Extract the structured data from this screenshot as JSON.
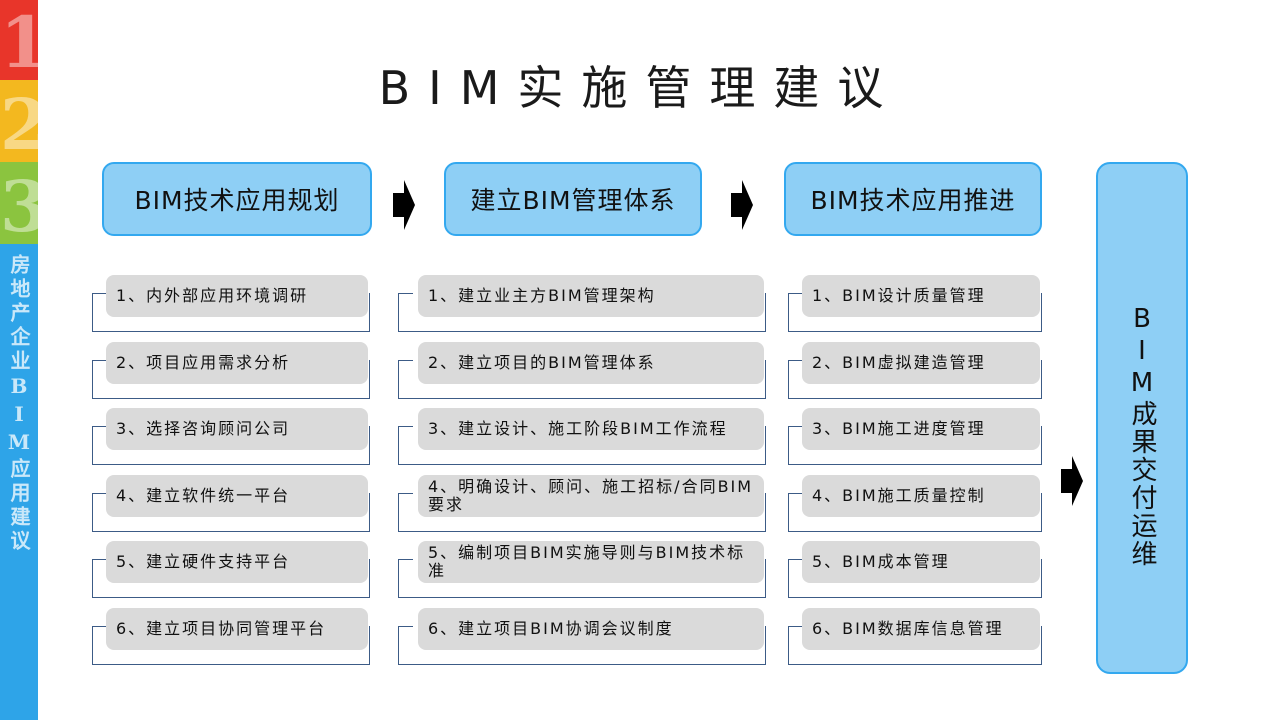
{
  "side": {
    "numbers": [
      "1",
      "2",
      "3"
    ],
    "vertical_label": "房地产企业BIM应用建议"
  },
  "title": "BIM实施管理建议",
  "headers": [
    "BIM技术应用规划",
    "建立BIM管理体系",
    "BIM技术应用推进"
  ],
  "final_box": "BIM成果交付运维",
  "columns": [
    {
      "items": [
        "1、内外部应用环境调研",
        "2、项目应用需求分析",
        "3、选择咨询顾问公司",
        "4、建立软件统一平台",
        "5、建立硬件支持平台",
        "6、建立项目协同管理平台"
      ]
    },
    {
      "items": [
        "1、建立业主方BIM管理架构",
        "2、建立项目的BIM管理体系",
        "3、建立设计、施工阶段BIM工作流程",
        "4、明确设计、顾问、施工招标/合同BIM要求",
        "5、编制项目BIM实施导则与BIM技术标准",
        "6、建立项目BIM协调会议制度"
      ]
    },
    {
      "items": [
        "1、BIM设计质量管理",
        "2、BIM虚拟建造管理",
        "3、BIM施工进度管理",
        "4、BIM施工质量控制",
        "5、BIM成本管理",
        "6、BIM数据库信息管理"
      ]
    }
  ],
  "colors": {
    "header_fill": "#8ecff5",
    "header_border": "#33a8ef",
    "item_fill": "#dadada",
    "strip_red": "#e8352a",
    "strip_yellow": "#f3b81f",
    "strip_green": "#8bc43f",
    "strip_blue": "#2ea4e8"
  }
}
